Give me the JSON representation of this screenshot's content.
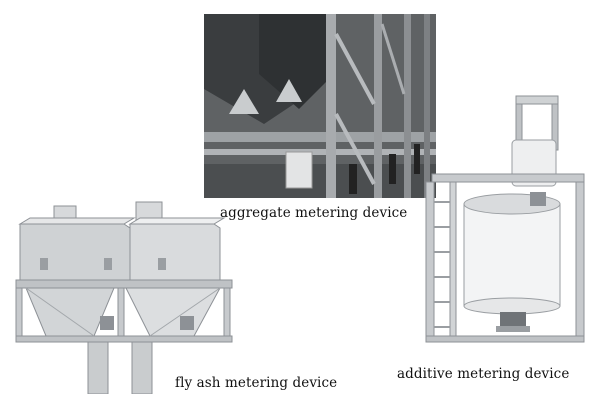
{
  "captions": {
    "aggregate": "aggregate metering device",
    "fly_ash": "fly ash metering device",
    "additive": "additive metering device"
  },
  "colors": {
    "background": "#ffffff",
    "steel_light": "#d9dbdd",
    "steel_mid": "#b9bcbf",
    "steel_dark": "#8d9196",
    "photo_dark": "#2f3234"
  }
}
